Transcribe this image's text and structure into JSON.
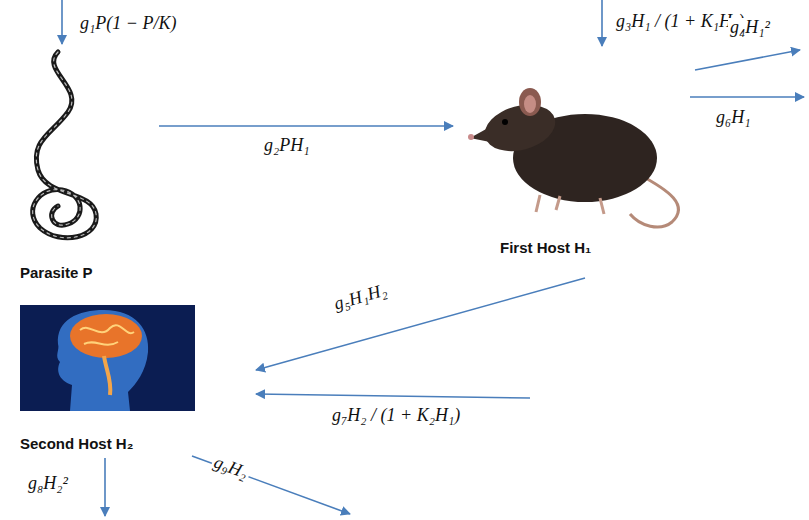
{
  "diagram": {
    "nodes": [
      {
        "text": [
          "Parasite P"
        ]
      },
      {
        "text": [
          "First Host H₁"
        ]
      },
      {
        "text": [
          "Second Host H₂"
        ]
      }
    ],
    "edges": [
      {
        "from": 0,
        "to": 1,
        "label": "g₂PH₁",
        "arrow": "to"
      },
      {
        "from": 1,
        "to": 2,
        "label": "g₅H₁H₂",
        "arrow": "to"
      }
    ],
    "labels": [
      "g₁P(1 − P/K)",
      "g₃H₁ / (1 + K₁H₂)",
      "g₄H₁²",
      "g₆H₁",
      "g₇H₂ / (1 + K₂H₁)",
      "g₈H₂²",
      "g₉H₂"
    ]
  }
}
